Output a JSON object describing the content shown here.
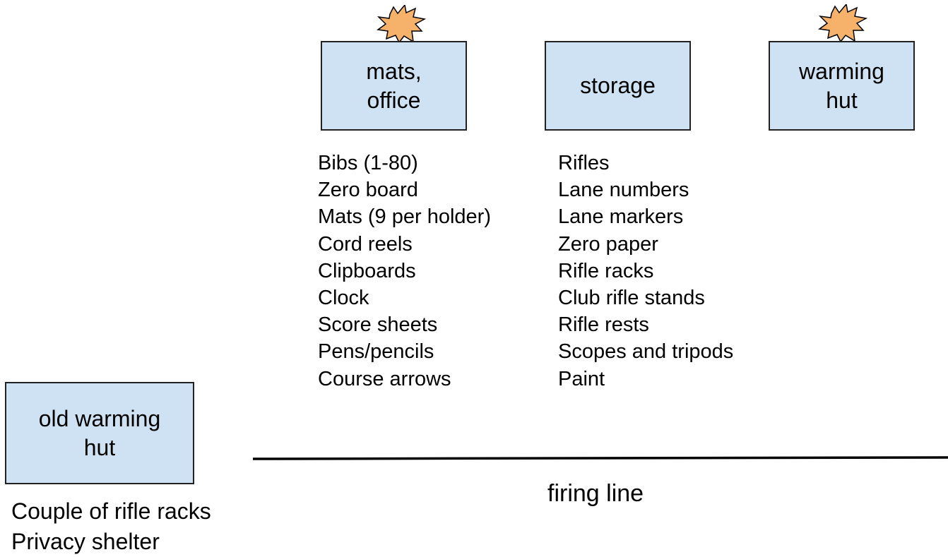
{
  "colors": {
    "box_fill": "#cfe2f3",
    "box_border": "#222222",
    "burst_fill": "#f6b26b",
    "burst_stroke": "#000000",
    "line": "#000000",
    "text": "#000000"
  },
  "buildings": {
    "mats_office": {
      "label": "mats,\noffice",
      "marker_icon": "starburst-icon"
    },
    "storage": {
      "label": "storage"
    },
    "warming_hut": {
      "label": "warming\nhut",
      "marker_icon": "starburst-icon"
    },
    "old_warming_hut": {
      "label": "old warming\nhut"
    }
  },
  "lists": {
    "mats_office_items": [
      "Bibs (1-80)",
      "Zero board",
      "Mats (9 per holder)",
      "Cord reels",
      "Clipboards",
      "Clock",
      "Score sheets",
      "Pens/pencils",
      "Course arrows"
    ],
    "storage_items": [
      "Rifles",
      "Lane numbers",
      "Lane markers",
      "Zero paper",
      "Rifle racks",
      "Club rifle stands",
      "Rifle rests",
      "Scopes and tripods",
      "Paint"
    ],
    "old_warming_hut_items": [
      "Couple of rifle racks",
      "Privacy shelter"
    ]
  },
  "firing_line": {
    "label": "firing line"
  }
}
